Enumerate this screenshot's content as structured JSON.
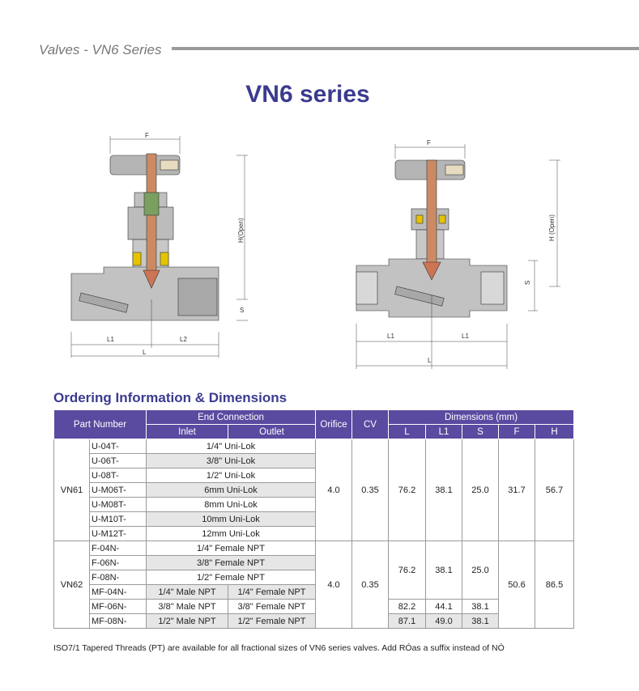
{
  "header": {
    "title": "Valves - VN6 Series"
  },
  "page_title": "VN6 series",
  "drawings": {
    "left": {
      "F": "F",
      "H": "H(Open)",
      "S": "S",
      "L1": "L1",
      "L2": "L2",
      "L": "L"
    },
    "right": {
      "F": "F",
      "H": "H (Open)",
      "S": "S",
      "L1a": "L1",
      "L1b": "L1",
      "L": "L"
    }
  },
  "section_title": "Ordering Information & Dimensions",
  "table": {
    "headers": {
      "part_number": "Part Number",
      "end_connection": "End Connection",
      "inlet": "Inlet",
      "outlet": "Outlet",
      "orifice": "Orifice",
      "cv": "CV",
      "dimensions": "Dimensions (mm)",
      "L": "L",
      "L1": "L1",
      "S": "S",
      "F": "F",
      "H": "H"
    },
    "vn61": {
      "series": "VN61",
      "rows": [
        {
          "pn": "U-04T-",
          "conn": "1/4\" Uni-Lok"
        },
        {
          "pn": "U-06T-",
          "conn": "3/8\" Uni-Lok"
        },
        {
          "pn": "U-08T-",
          "conn": "1/2\" Uni-Lok"
        },
        {
          "pn": "U-M06T-",
          "conn": "6mm Uni-Lok"
        },
        {
          "pn": "U-M08T-",
          "conn": "8mm Uni-Lok"
        },
        {
          "pn": "U-M10T-",
          "conn": "10mm Uni-Lok"
        },
        {
          "pn": "U-M12T-",
          "conn": "12mm Uni-Lok"
        }
      ],
      "orifice": "4.0",
      "cv": "0.35",
      "L": "76.2",
      "L1": "38.1",
      "S": "25.0",
      "F": "31.7",
      "H": "56.7"
    },
    "vn62": {
      "series": "VN62",
      "rows": [
        {
          "pn": "F-04N-",
          "conn": "1/4\" Female NPT"
        },
        {
          "pn": "F-06N-",
          "conn": "3/8\" Female NPT"
        },
        {
          "pn": "F-08N-",
          "conn": "1/2\" Female NPT"
        },
        {
          "pn": "MF-04N-",
          "inlet": "1/4\" Male NPT",
          "outlet": "1/4\" Female NPT"
        },
        {
          "pn": "MF-06N-",
          "inlet": "3/8\" Male NPT",
          "outlet": "3/8\" Female NPT",
          "L": "82.2",
          "L1": "44.1",
          "S": "38.1"
        },
        {
          "pn": "MF-08N-",
          "inlet": "1/2\" Male NPT",
          "outlet": "1/2\" Female NPT",
          "L": "87.1",
          "L1": "49.0",
          "S": "38.1"
        }
      ],
      "orifice": "4.0",
      "cv": "0.35",
      "L": "76.2",
      "L1": "38.1",
      "S": "25.0",
      "F": "50.6",
      "H": "86.5"
    }
  },
  "note": "ISO7/1 Tapered Threads (PT) are available for all fractional sizes of VN6 series valves. Add  RÓas a suffix instead of  NÓ"
}
